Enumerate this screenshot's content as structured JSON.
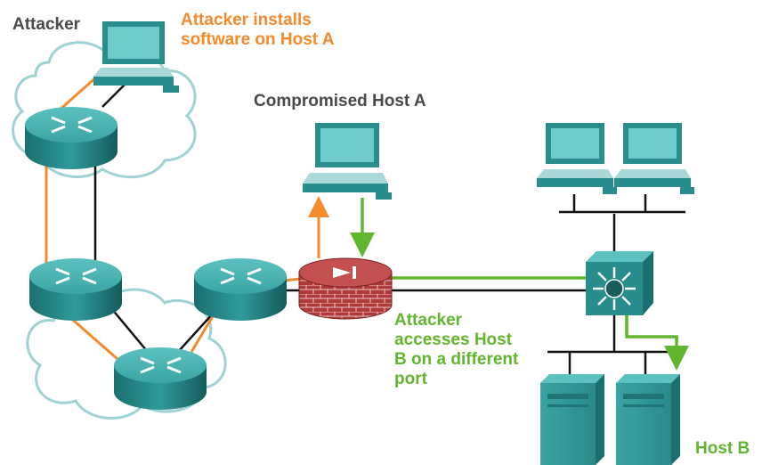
{
  "labels": {
    "attacker": "Attacker",
    "attacker_installs": [
      "Attacker installs",
      "software on Host A"
    ],
    "compromised_host": "Compromised Host A",
    "attacker_accesses": [
      "Attacker",
      "accesses Host",
      "B on a different",
      "port"
    ],
    "host_b": "Host B"
  },
  "colors": {
    "orange": "#f58a2c",
    "green": "#62b62f",
    "dark_text": "#4a4a4a",
    "device_teal": "#2a8d8d",
    "cloud_outline": "#9fd2d2",
    "firewall_red": "#a33030"
  },
  "icons": {
    "router": "router-icon",
    "pc": "computer-icon",
    "firewall": "firewall-icon",
    "switch": "multilayer-switch-icon",
    "server": "server-icon",
    "cloud": "cloud-icon"
  }
}
